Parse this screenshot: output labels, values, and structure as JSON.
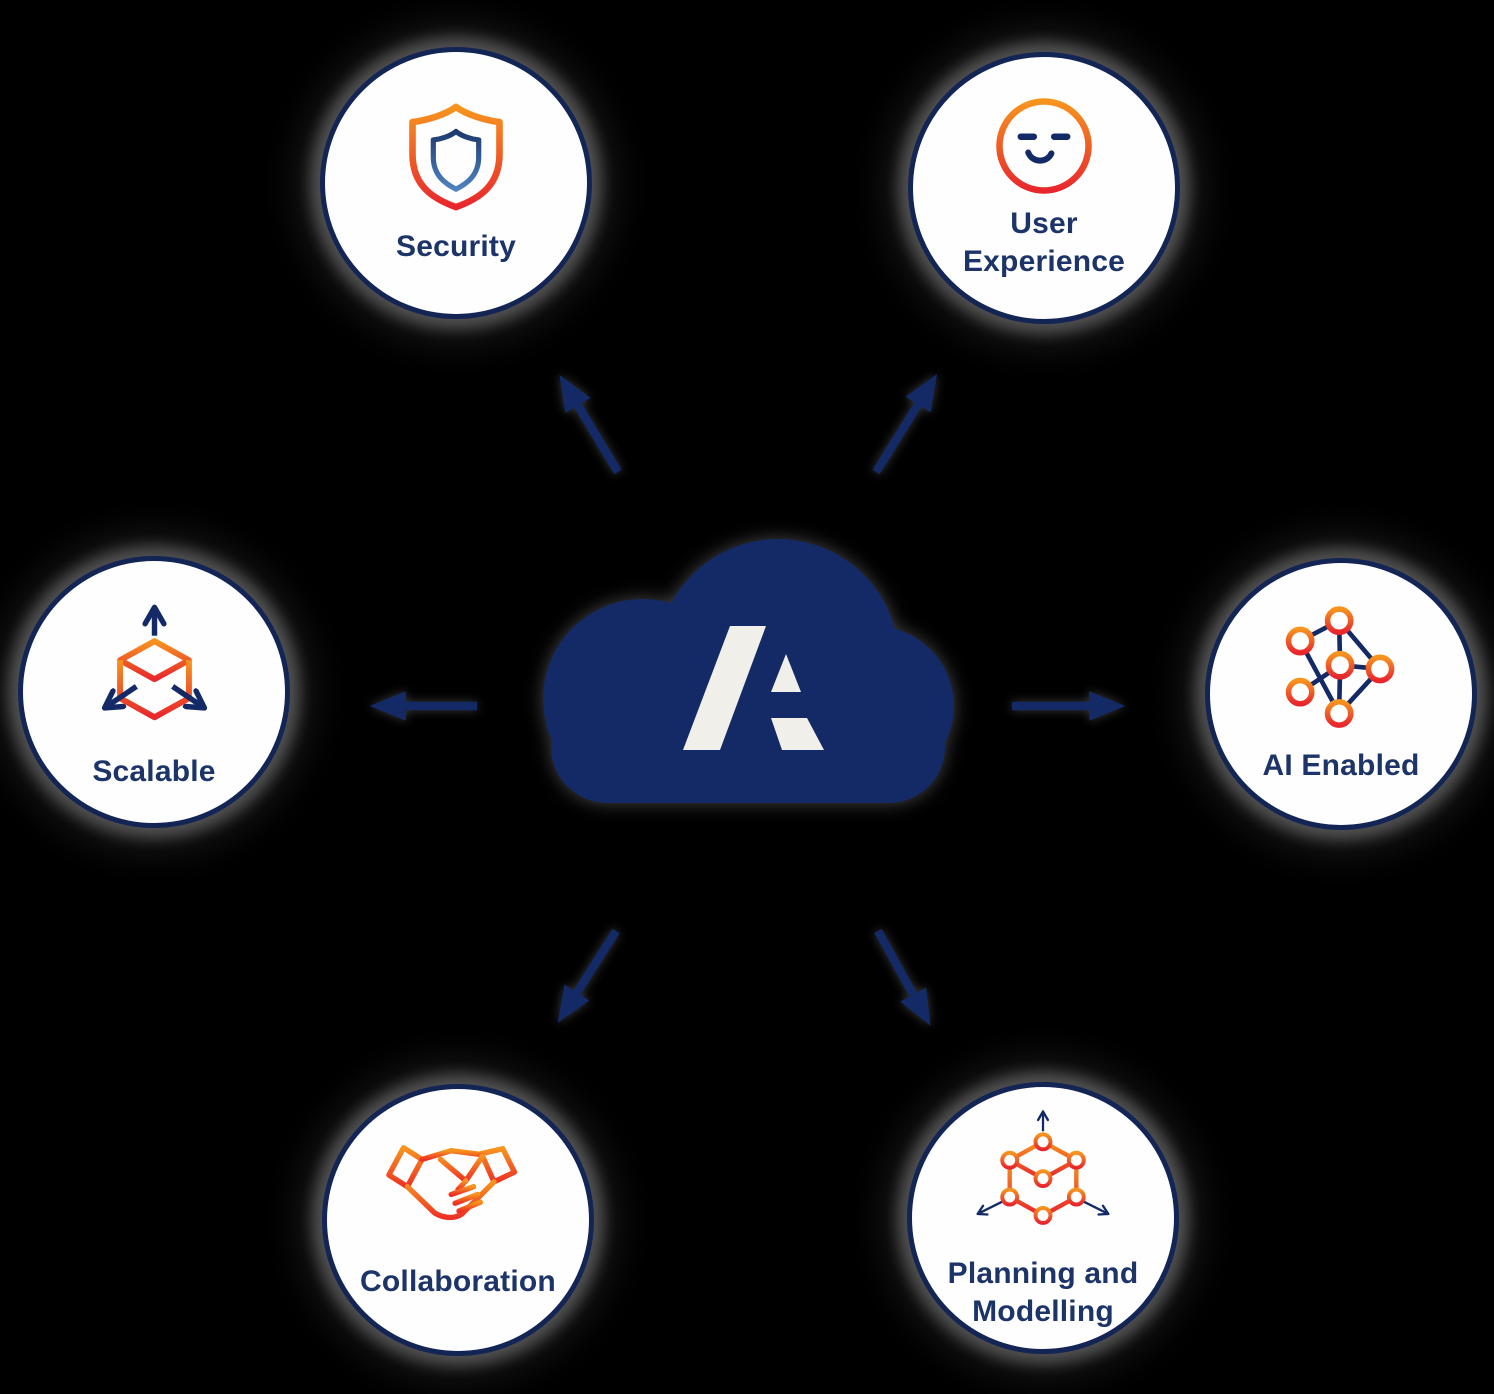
{
  "diagram": {
    "title": "Cloud platform capability diagram",
    "center": {
      "name": "cloud-logo",
      "glyph": "A"
    },
    "colors": {
      "background": "#000000",
      "navy": "#142A66",
      "circle_border": "#132554",
      "label_text": "#1C3468",
      "orange": "#F7941E",
      "red": "#E8262D",
      "inner_shield_blue_top": "#1E3A70",
      "inner_shield_blue_bottom": "#4E83C0",
      "circle_fill": "#FEFEFE",
      "logo_glyph_fill": "#F0EFEA"
    },
    "nodes": [
      {
        "id": "security",
        "label": "Security",
        "icon": "shield-icon",
        "lines": [
          "Security"
        ]
      },
      {
        "id": "user-experience",
        "label": "User Experience",
        "icon": "smiley-face-icon",
        "lines": [
          "User",
          "Experience"
        ]
      },
      {
        "id": "ai-enabled",
        "label": "AI Enabled",
        "icon": "neural-network-icon",
        "lines": [
          "AI Enabled"
        ]
      },
      {
        "id": "planning-modelling",
        "label": "Planning and Modelling",
        "icon": "cube-nodes-icon",
        "lines": [
          "Planning and",
          "Modelling"
        ]
      },
      {
        "id": "collaboration",
        "label": "Collaboration",
        "icon": "handshake-icon",
        "lines": [
          "Collaboration"
        ]
      },
      {
        "id": "scalable",
        "label": "Scalable",
        "icon": "cube-arrows-icon",
        "lines": [
          "Scalable"
        ]
      }
    ],
    "arrows": [
      {
        "from": "center",
        "to": "security"
      },
      {
        "from": "center",
        "to": "user-experience"
      },
      {
        "from": "center",
        "to": "scalable"
      },
      {
        "from": "center",
        "to": "ai-enabled"
      },
      {
        "from": "center",
        "to": "collaboration"
      },
      {
        "from": "center",
        "to": "planning-modelling"
      }
    ]
  }
}
